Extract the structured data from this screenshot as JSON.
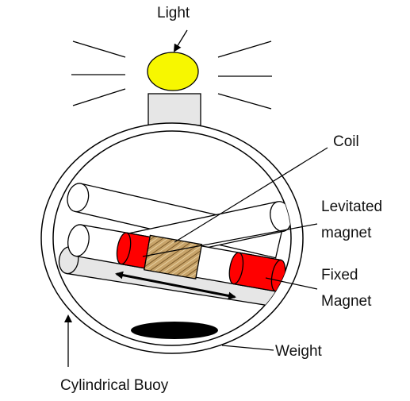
{
  "labels": {
    "light": "Light",
    "coil": "Coil",
    "levitated_line1": "Levitated",
    "levitated_line2": "magnet",
    "fixed_line1": "Fixed",
    "fixed_line2": "Magnet",
    "weight": "Weight",
    "buoy": "Cylindrical Buoy"
  },
  "colors": {
    "bulb": "#f7f700",
    "magnet": "#ff0000",
    "coil": "#c8a46a",
    "tube": "#e6e6e6",
    "weight": "#000000",
    "stroke": "#000000"
  }
}
